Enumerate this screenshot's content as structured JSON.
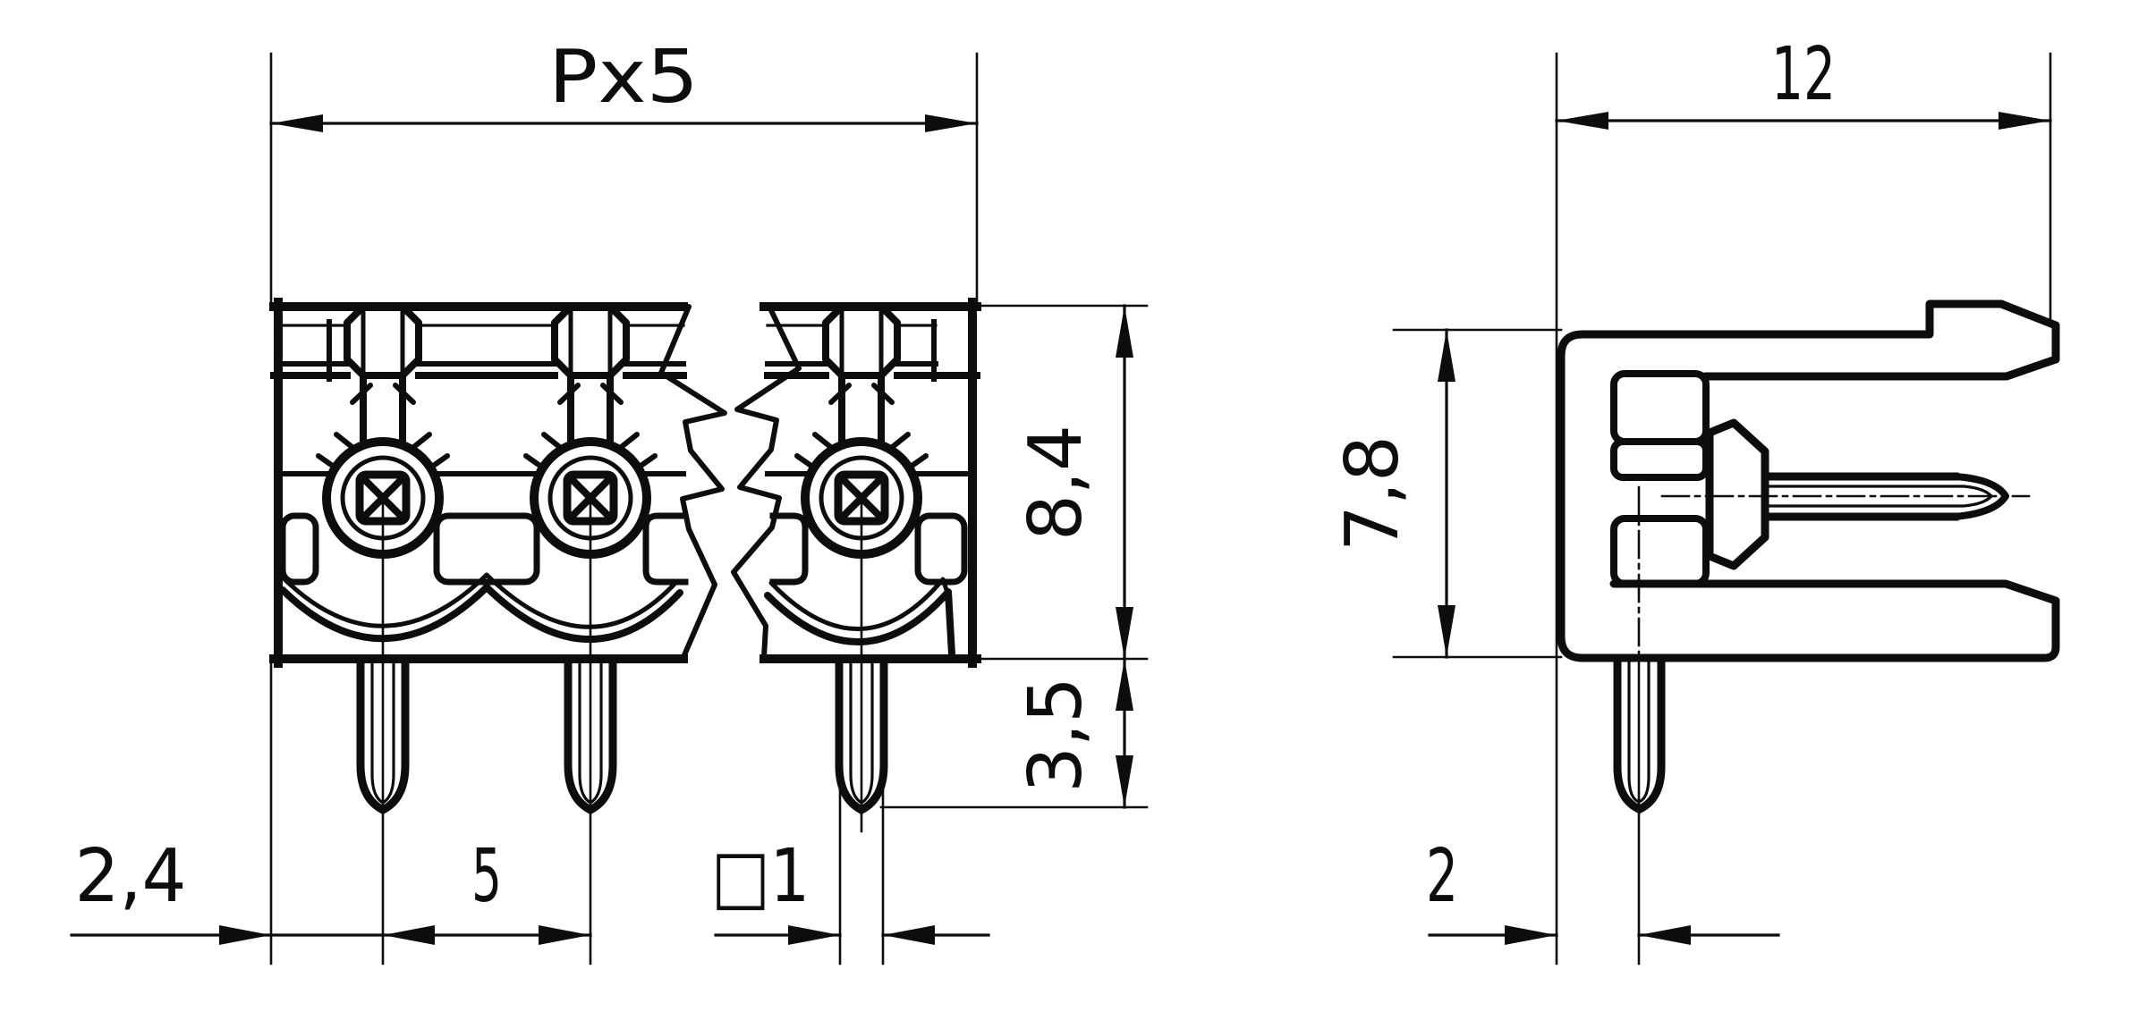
{
  "drawing": {
    "kind": "connector pin header technical drawing",
    "views": {
      "front_view": {
        "name": "front-view",
        "pins_visible": 3,
        "has_break_line": true
      },
      "side_view": {
        "name": "side-section-view"
      }
    },
    "dims": {
      "total_width": {
        "label": "Px5",
        "meaning": "housing width = pitch x 5"
      },
      "depth": {
        "label": "12",
        "meaning": "side view depth"
      },
      "body_height": {
        "label": "8,4",
        "meaning": "housing height"
      },
      "pin_length": {
        "label": "3,5",
        "meaning": "solder pin length below body"
      },
      "edge_to_pin": {
        "label": "2,4",
        "meaning": "left edge to first pin center"
      },
      "pitch": {
        "label": "5",
        "meaning": "pin pitch"
      },
      "pin_square": {
        "label": "□1",
        "meaning": "square pin 1 mm"
      },
      "side_height": {
        "label": "7,8",
        "meaning": "side view housing height"
      },
      "pin_offset": {
        "label": "2",
        "meaning": "edge to pin centerline"
      }
    },
    "colors": {
      "line": "#0d0d0d",
      "background": "#ffffff"
    }
  }
}
